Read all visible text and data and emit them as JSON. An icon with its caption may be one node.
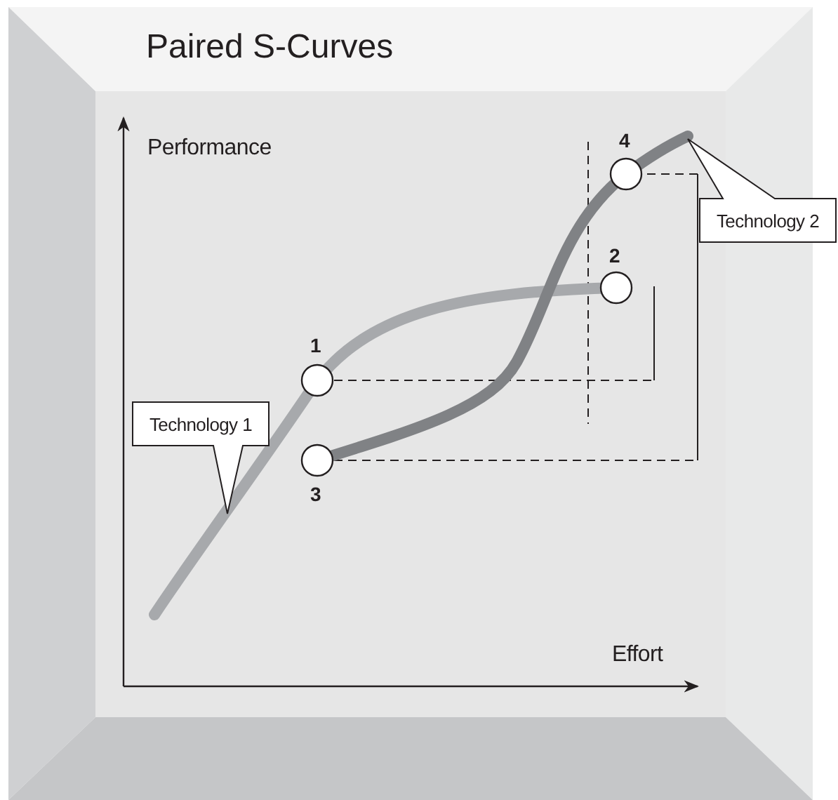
{
  "diagram": {
    "title": "Paired S-Curves",
    "nodes": [
      {
        "text": [
          "Technology 1"
        ]
      },
      {
        "text": [
          "Technology 2"
        ]
      }
    ],
    "labels": [
      "Performance",
      "4",
      "2",
      "1",
      "3",
      "Effort"
    ]
  }
}
